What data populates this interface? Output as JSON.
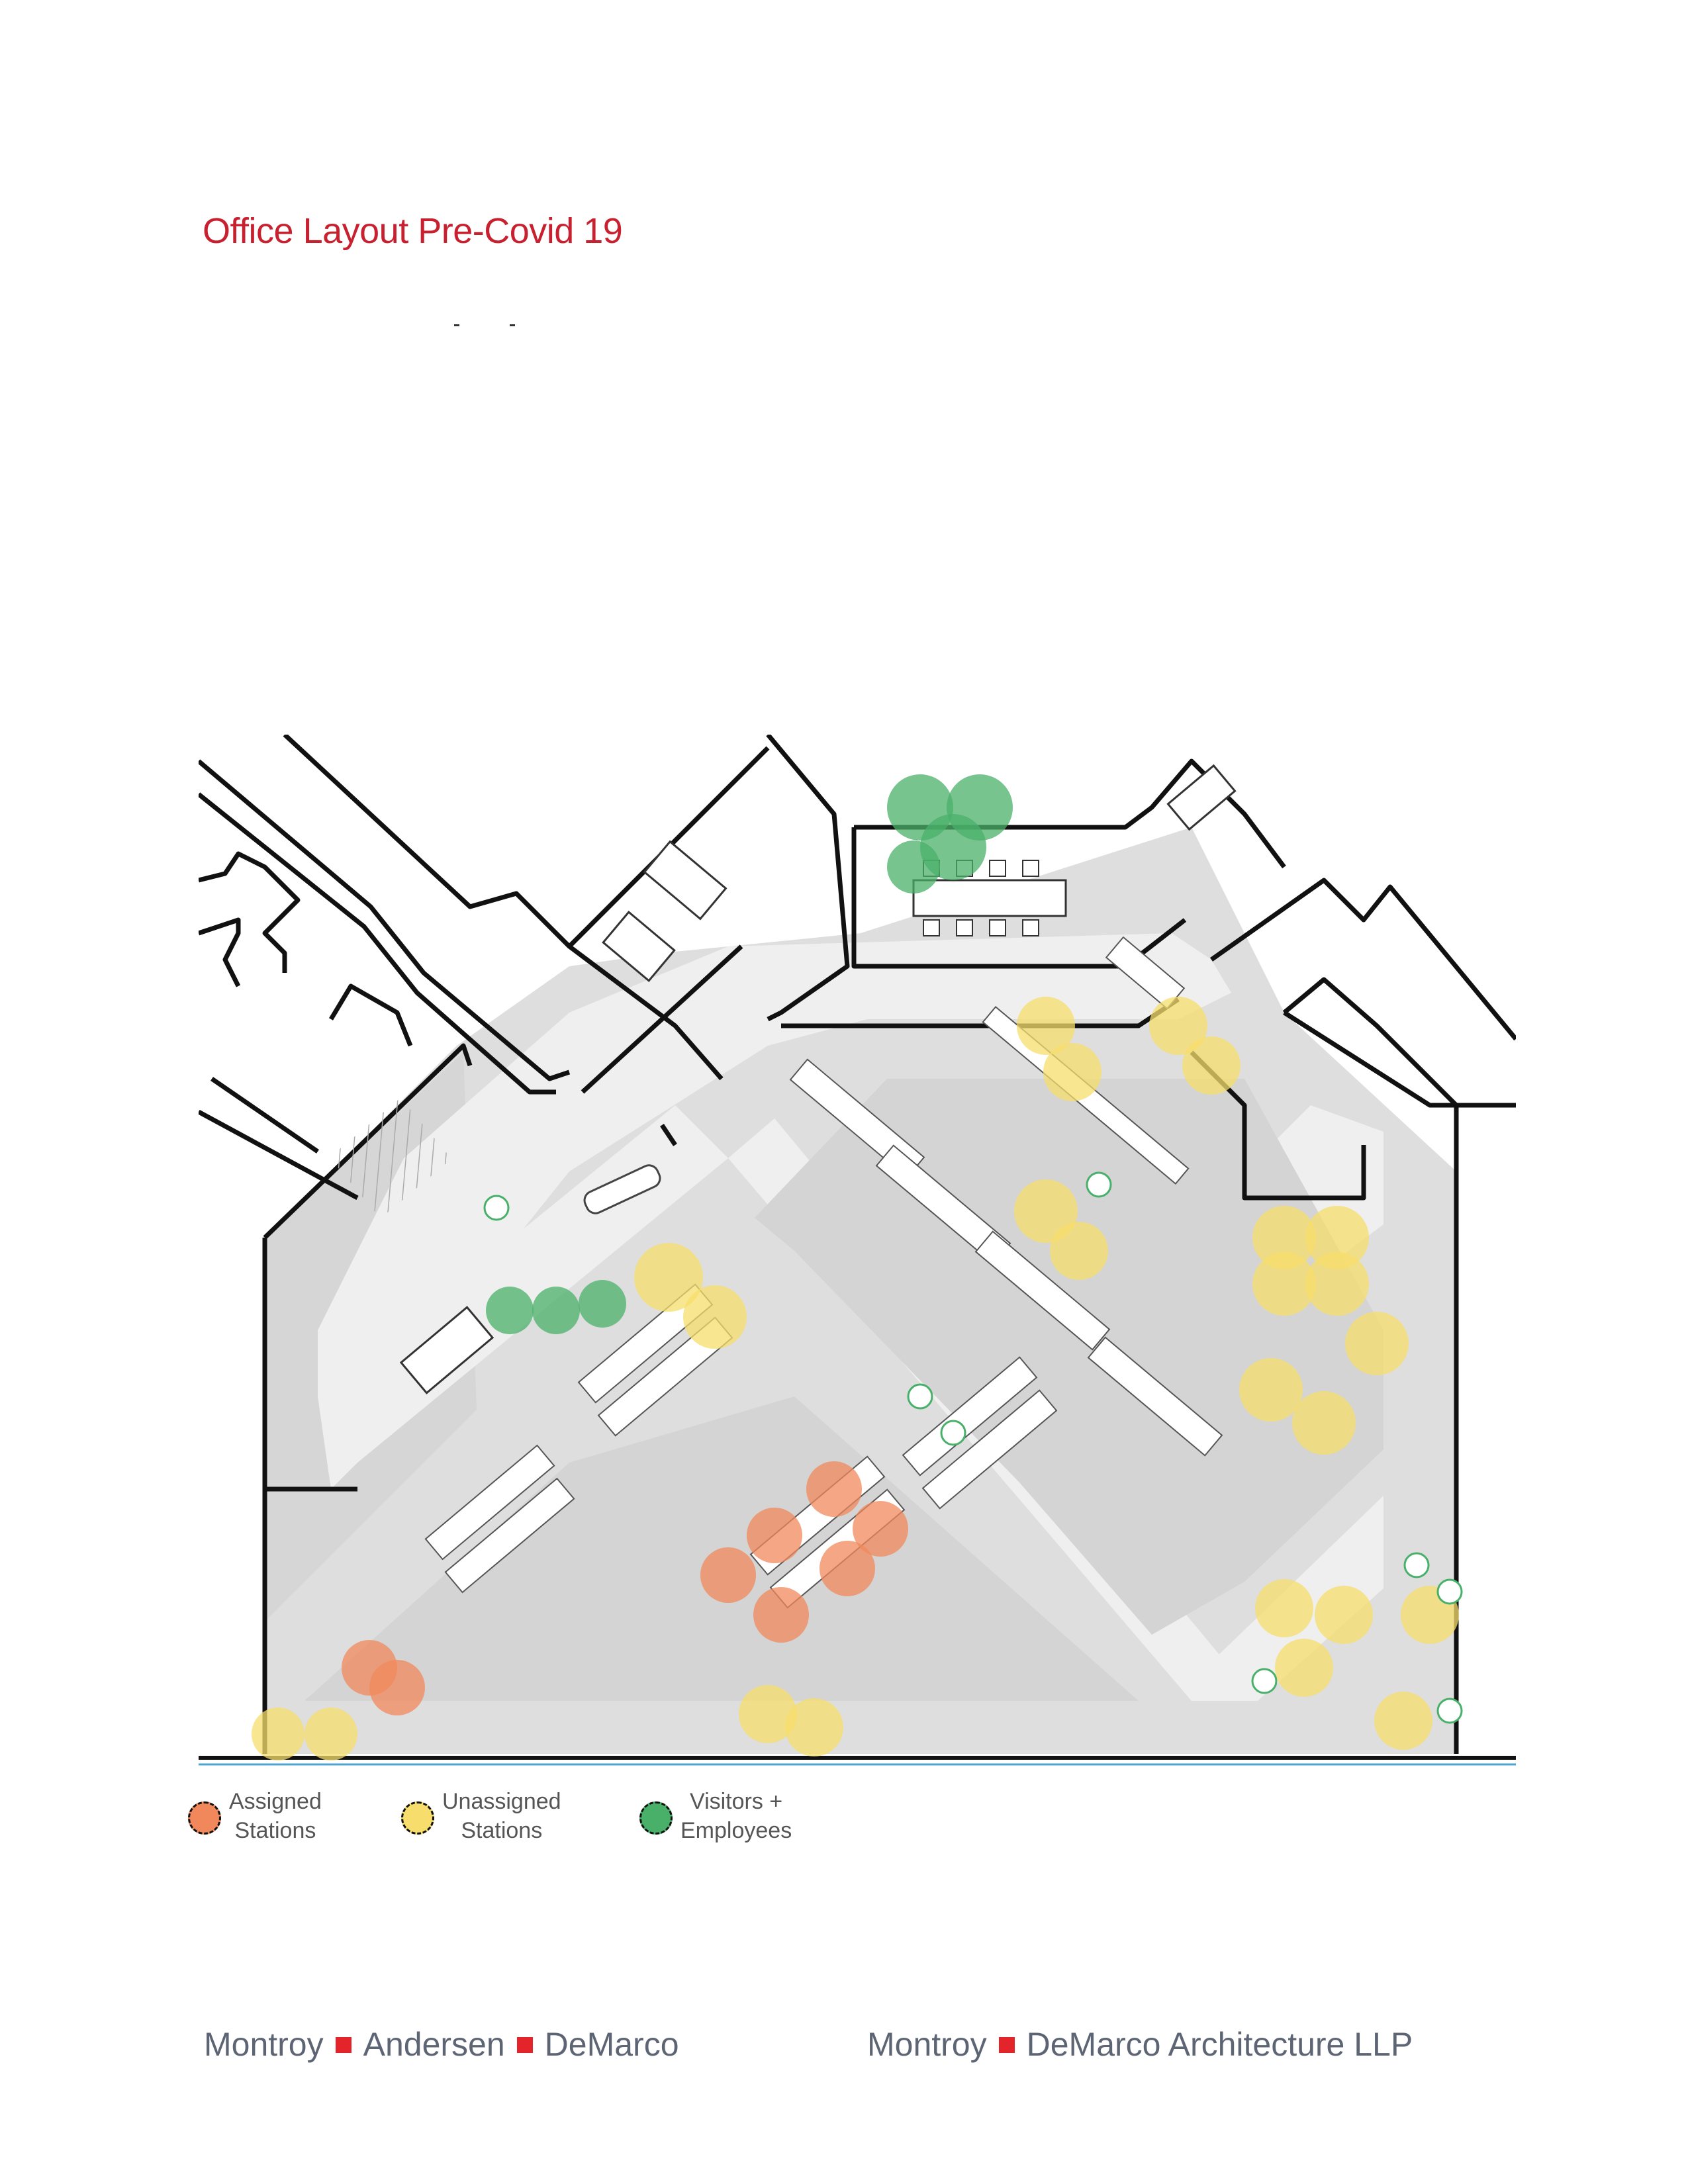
{
  "title": "Office Layout Pre-Covid 19",
  "legend": [
    {
      "line1": "Assigned",
      "line2": "Stations",
      "color": "#f0885c"
    },
    {
      "line1": "Unassigned",
      "line2": "Stations",
      "color": "#f7dd6b"
    },
    {
      "line1": "Visitors +",
      "line2": "Employees",
      "color": "#49b06a"
    }
  ],
  "footer": {
    "left": [
      "Montroy",
      "Andersen",
      "DeMarco"
    ],
    "right": [
      "Montroy",
      "DeMarco Architecture LLP"
    ]
  },
  "colors": {
    "title": "#c8202f",
    "assigned": "#f0885c",
    "unassigned": "#f7dd6b",
    "visitors": "#49b06a",
    "floor": "#d9d9d9",
    "corridor": "#efefef",
    "accent_square": "#e3242b"
  }
}
